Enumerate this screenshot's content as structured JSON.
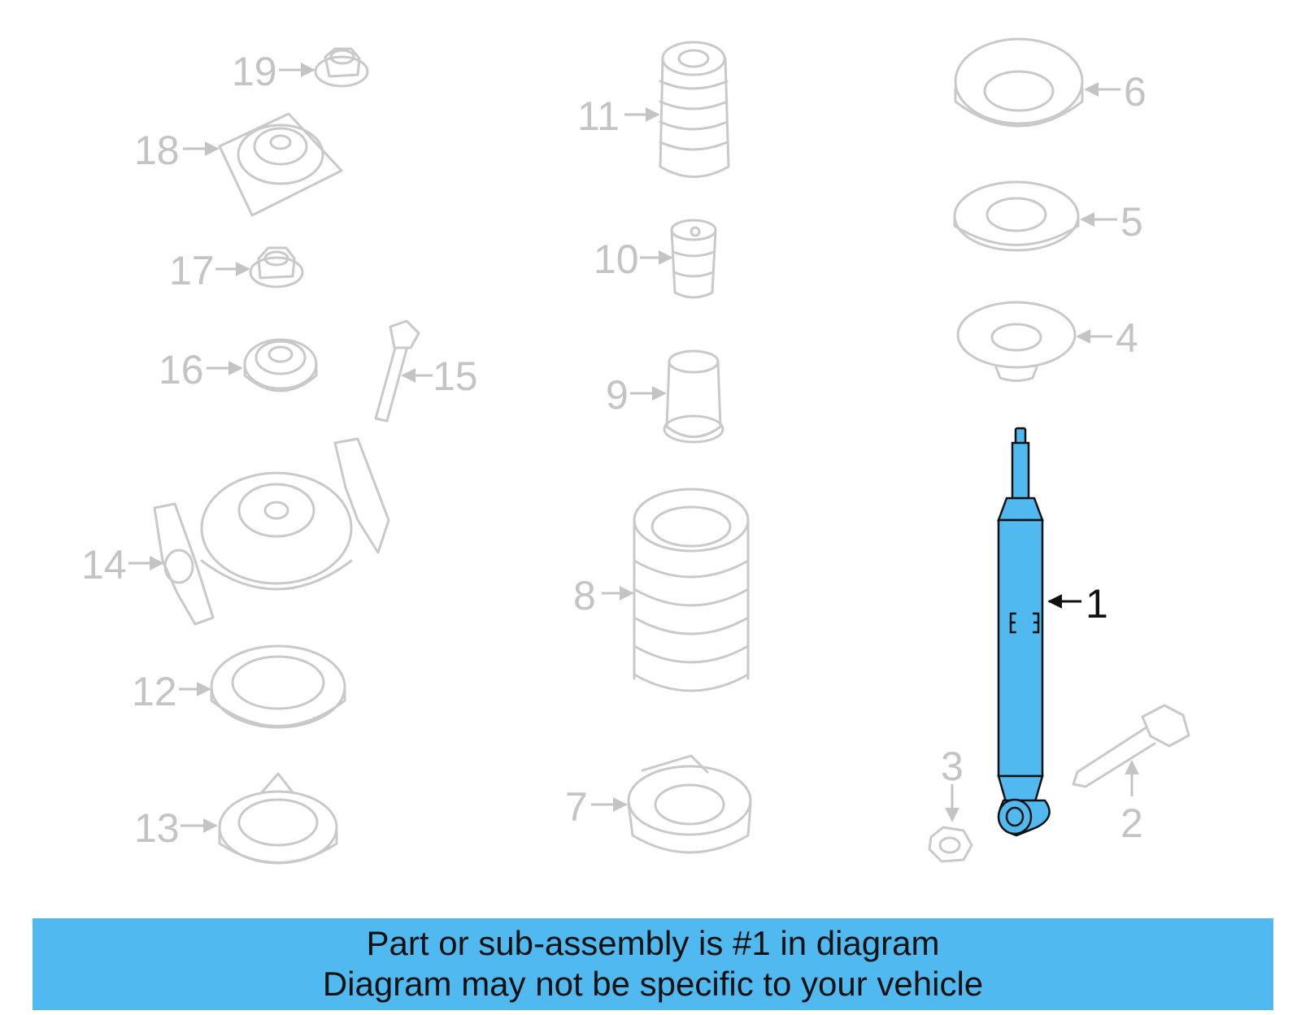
{
  "callouts": {
    "c1": "1",
    "c2": "2",
    "c3": "3",
    "c4": "4",
    "c5": "5",
    "c6": "6",
    "c7": "7",
    "c8": "8",
    "c9": "9",
    "c10": "10",
    "c11": "11",
    "c12": "12",
    "c13": "13",
    "c14": "14",
    "c15": "15",
    "c16": "16",
    "c17": "17",
    "c18": "18",
    "c19": "19"
  },
  "highlighted_part": "1",
  "highlight_color": "#4fb9f0",
  "banner": {
    "line1": "Part or sub-assembly is #1 in diagram",
    "line2": "Diagram may not be specific to your vehicle"
  }
}
